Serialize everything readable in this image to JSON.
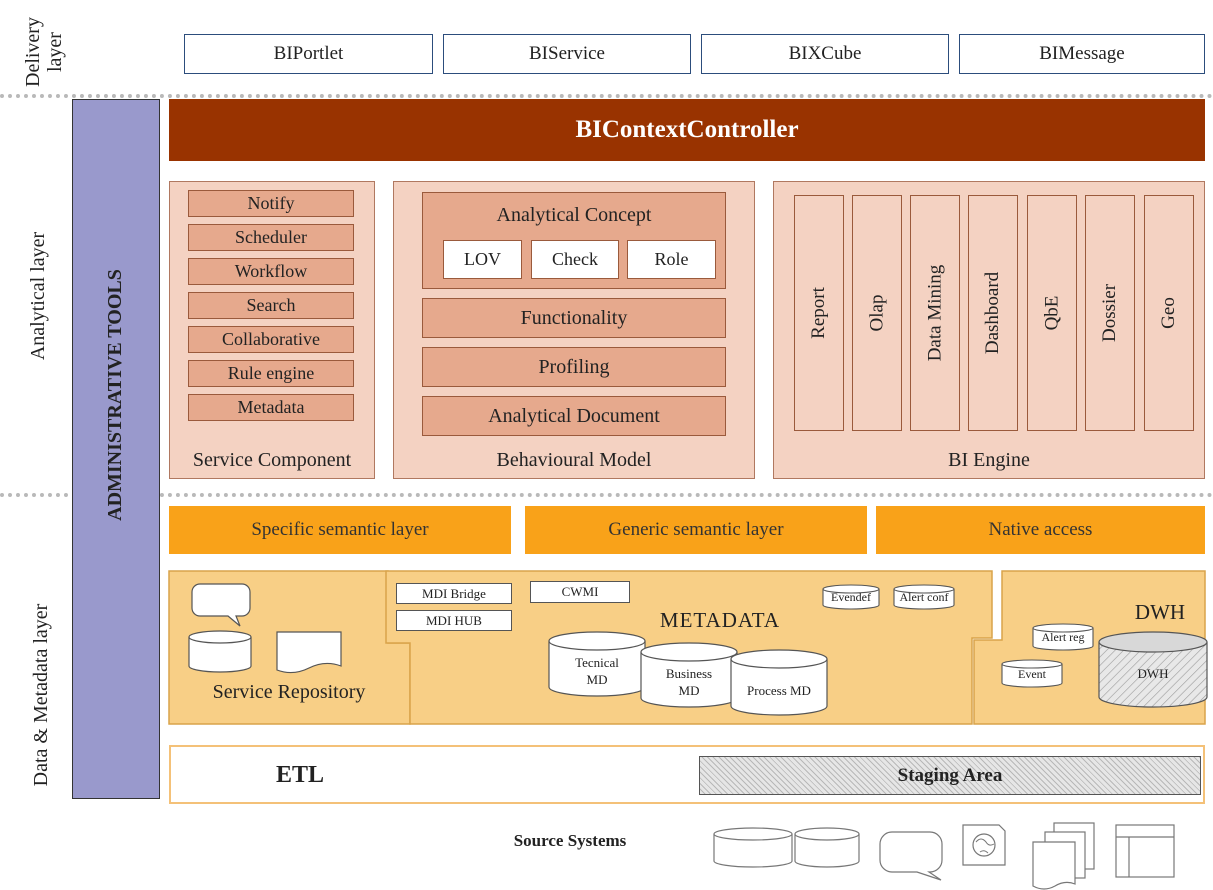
{
  "layers": {
    "delivery": "Delivery\nlayer",
    "analytical": "Analytical layer",
    "data_metadata": "Data & Metadata layer"
  },
  "admin_tools": "ADMINISTRATIVE TOOLS",
  "delivery_items": [
    "BIPortlet",
    "BIService",
    "BIXCube",
    "BIMessage"
  ],
  "context_controller": "BIContextController",
  "service_component": {
    "items": [
      "Notify",
      "Scheduler",
      "Workflow",
      "Search",
      "Collaborative",
      "Rule engine",
      "Metadata"
    ],
    "caption": "Service Component"
  },
  "behavioural_model": {
    "analytical_concept": "Analytical Concept",
    "concept_items": [
      "LOV",
      "Check",
      "Role"
    ],
    "items": [
      "Functionality",
      "Profiling",
      "Analytical Document"
    ],
    "caption": "Behavioural Model"
  },
  "bi_engine": {
    "items": [
      "Report",
      "Olap",
      "Data Mining",
      "Dashboard",
      "QbE",
      "Dossier",
      "Geo"
    ],
    "caption": "BI Engine"
  },
  "semantic": [
    "Specific semantic layer",
    "Generic semantic layer",
    "Native access"
  ],
  "service_repository": "Service Repository",
  "metadata": {
    "title": "METADATA",
    "mdi_bridge": "MDI Bridge",
    "mdi_hub": "MDI HUB",
    "cwmi": "CWMI",
    "evendef": "Evendef",
    "alert_conf": "Alert conf",
    "technical_md": "Tecnical MD",
    "business_md": "Business MD",
    "process_md": "Process MD"
  },
  "dwh": {
    "title": "DWH",
    "alert_reg": "Alert reg",
    "event": "Event",
    "db": "DWH"
  },
  "etl": "ETL",
  "staging_area": "Staging Area",
  "source_systems": "Source Systems",
  "colors": {
    "controller": "#993300",
    "orange": "#f9a219",
    "tan": "#f8cf86",
    "salmon": "#e6a98d",
    "panel": "#f4d2c2",
    "admin": "#9999cc"
  }
}
